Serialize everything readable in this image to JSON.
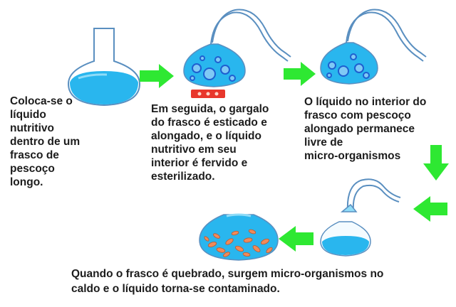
{
  "figure": {
    "colors": {
      "liquid": "#29b6ee",
      "liquid_light": "#8fdcf8",
      "bubble": "#1e5fd0",
      "bubble_fill": "#7fc9f5",
      "arrow": "#2ee832",
      "glass": "#5a8fc0",
      "flame": "#e8372c",
      "flame_center": "#ffd5c8",
      "microorganism": "#f08a5a",
      "text": "#1c1c1c"
    },
    "steps": [
      {
        "icon": "flask-icon",
        "caption": "Coloca-se o\nlíquido\nnutritivo\ndentro de um\nfrasco de\npescoço\nlongo."
      },
      {
        "icon": "swan-neck-flask-boiling-icon",
        "caption": "Em seguida, o gargalo\ndo frasco é esticado e\nalongado, e o líquido\nnutritivo em seu\ninterior é fervido e\nesterilizado."
      },
      {
        "icon": "swan-neck-flask-sterile-icon",
        "caption": "O líquido no interior do\nfrasco com pescoço\nalongado permanece\nlivre de\nmicro-organismos"
      },
      {
        "icon": "broken-flask-contaminated-icon",
        "caption": "Quando o  frasco é quebrado, surgem micro-organismos no\ncaldo  e o líquido torna-se contaminado."
      }
    ]
  }
}
